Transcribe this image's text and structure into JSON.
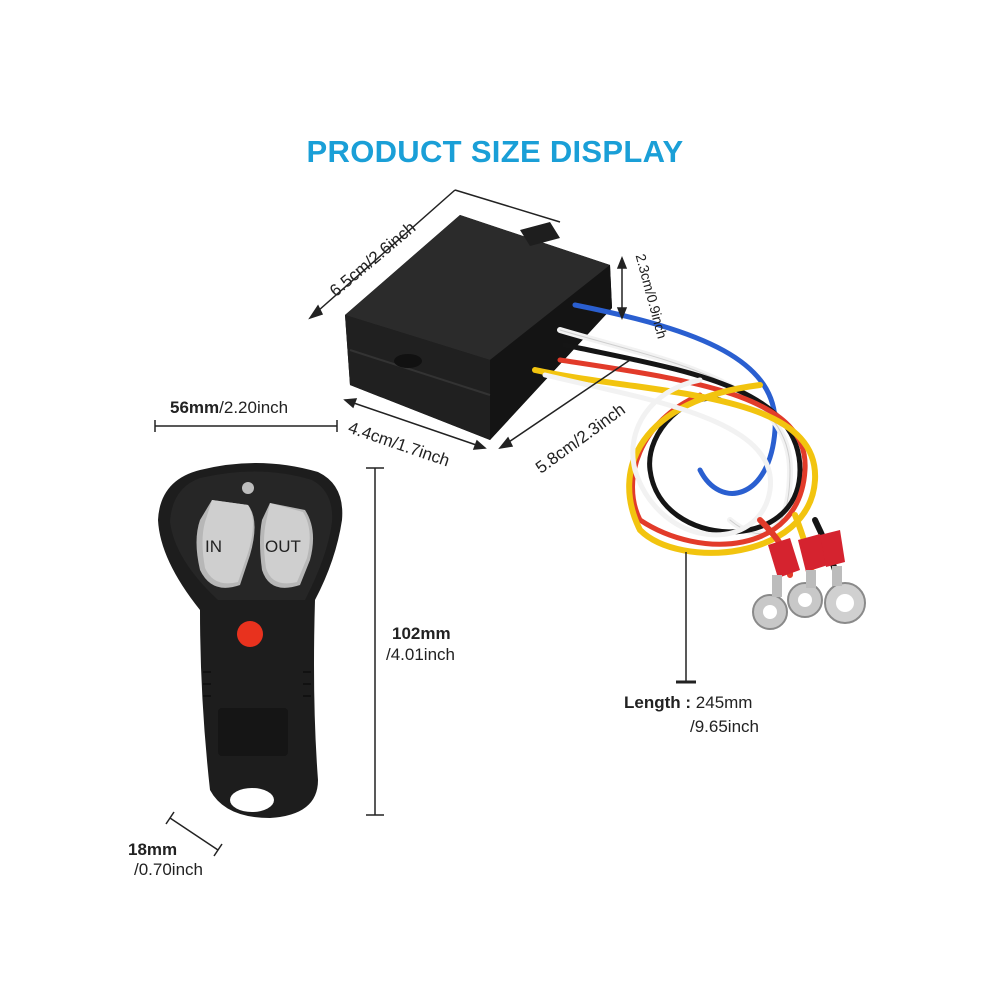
{
  "title": "PRODUCT SIZE DISPLAY",
  "receiver": {
    "length_label": "6.5cm/2.6inch",
    "height_label": "2.3cm/0.9inch",
    "width_label": "4.4cm/1.7inch",
    "depth_label": "5.8cm/2.3inch"
  },
  "remote": {
    "button_in": "IN",
    "button_out": "OUT",
    "width_mm": "56mm",
    "width_inch": "/2.20inch",
    "height_mm": "102mm",
    "height_inch": "/4.01inch",
    "thickness_mm": "18mm",
    "thickness_inch": "/0.70inch"
  },
  "cable": {
    "length_prefix": "Length :",
    "length_mm": "245mm",
    "length_inch": "/9.65inch"
  },
  "colors": {
    "title": "#1a9fd7",
    "body": "#1c1c1c",
    "wire_blue": "#2a5fd0",
    "wire_yellow": "#f2c40f",
    "wire_red": "#e23b2a",
    "wire_white": "#f2f2f2",
    "wire_black": "#151515",
    "remote_red_button": "#e8321e"
  },
  "icons": [
    "remote-red-button-icon",
    "remote-led-icon",
    "ring-terminal-icon"
  ]
}
